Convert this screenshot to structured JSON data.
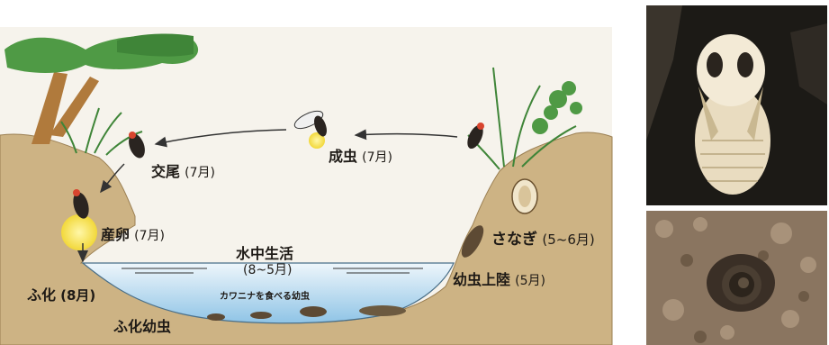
{
  "diagram": {
    "labels": {
      "adult": "成虫",
      "adult_period": "(7月)",
      "mating": "交尾",
      "mating_period": "(7月)",
      "egg_laying": "産卵",
      "egg_laying_period": "(7月)",
      "pupa": "さなぎ",
      "pupa_period": "(5~6月)",
      "water_life": "水中生活",
      "water_life_period": "(8~5月)",
      "snail_eating_larva": "カワニナを食べる幼虫",
      "larva_landing": "幼虫上陸",
      "larva_landing_period": "(5月)",
      "hatching": "ふ化",
      "hatching_period": "(8月)",
      "hatched_larva": "ふ化幼虫"
    },
    "colors": {
      "soil": "#c9ae7c",
      "water": "#a9d4ec",
      "leaf": "#4f9a45",
      "glow": "#f7e25a",
      "arrow": "#333333"
    }
  },
  "photos": {
    "top": {
      "subject": "pupa-photo",
      "colors": {
        "bg": "#1c1a16",
        "body": "#e9dcc0"
      }
    },
    "bottom": {
      "subject": "larva-in-soil-photo",
      "colors": {
        "bg": "#8a7560",
        "body": "#3a3028"
      }
    }
  }
}
